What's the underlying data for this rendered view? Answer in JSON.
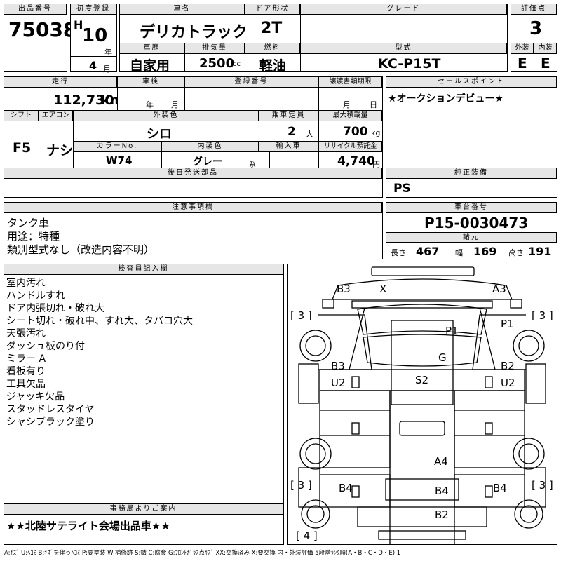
{
  "labels": {
    "lot_no": "出品番号",
    "first_reg": "初度登録",
    "car_name": "車名",
    "door_type": "ドア形状",
    "grade": "グレード",
    "score": "評価点",
    "history": "車歴",
    "displacement": "排気量",
    "fuel": "燃料",
    "model": "型式",
    "exterior": "外装",
    "interior": "内装",
    "mileage": "走行",
    "inspection": "車検",
    "reg_no": "登録番号",
    "transfer_deadline": "譲渡書類期限",
    "sales_point": "セールスポイント",
    "shift": "シフト",
    "aircon": "エアコン",
    "body_color": "外装色",
    "capacity": "乗車定員",
    "max_load": "最大積載量",
    "color_no": "カラーNo.",
    "int_color": "内装色",
    "import": "輸入車",
    "recycle": "リサイクル預託金",
    "later_parts": "後日発送部品",
    "genuine_equip": "純正装備",
    "notes": "注意事項欄",
    "chassis_no": "車台番号",
    "dimensions": "諸元",
    "inspector": "検査員記入欄",
    "office": "事務局よりご案内",
    "length": "長さ",
    "width": "幅",
    "height": "高さ"
  },
  "values": {
    "lot_no": "75038",
    "era": "H",
    "year": "10",
    "year_unit": "年",
    "month": "4",
    "month_unit": "月",
    "car_name": "デリカトラック",
    "door_type": "2T",
    "grade": "",
    "score": "3",
    "history": "自家用",
    "displacement": "2500",
    "displacement_unit": "cc",
    "fuel": "軽油",
    "model": "KC-P15T",
    "exterior": "E",
    "interior": "E",
    "mileage": "112,730",
    "mileage_unit": "km",
    "insp_year_unit": "年",
    "insp_month_unit": "月",
    "transfer_month_unit": "月",
    "transfer_day_unit": "日",
    "sales_point": "★オークションデビュー★",
    "shift": "F5",
    "aircon": "ナシ",
    "body_color": "シロ",
    "capacity": "2",
    "capacity_unit": "人",
    "max_load": "700",
    "max_load_unit": "kg",
    "color_no": "W74",
    "int_color": "グレー",
    "int_color_suffix": "系",
    "recycle": "4,740",
    "recycle_unit": "円",
    "genuine_equip": "PS",
    "notes": [
      "タンク車",
      "用途：特種",
      "類別型式なし（改造内容不明）"
    ],
    "chassis_no": "P15-0030473",
    "length": "467",
    "width": "169",
    "height": "191",
    "inspector": [
      "室内汚れ",
      "ハンドルすれ",
      "ドア内張切れ・破れ大",
      "シート切れ・破れ中、すれ大、タバコ穴大",
      "天張汚れ",
      "ダッシュ板のり付",
      "ミラー A",
      "看板有り",
      "工具欠品",
      "ジャッキ欠品",
      "スタッドレスタイヤ",
      "シャシブラック塗り"
    ],
    "office": "★★北陸サテライト会場出品車★★"
  },
  "diagram": {
    "B3_top": "B3",
    "X_top": "X",
    "A3_top": "A3",
    "P1_center": "P1",
    "P1_right": "P1",
    "G": "G",
    "B3_left": "B3",
    "U2_left": "U2",
    "S2": "S2",
    "B2_right": "B2",
    "U2_right": "U2",
    "A4": "A4",
    "B4_left": "B4",
    "B4_center": "B4",
    "B4_right": "B4",
    "B2_bottom": "B2",
    "tl": "[ 3 ]",
    "tr": "[ 3 ]",
    "bl": "[ 3 ]",
    "br": "[ 3 ]",
    "bottom": "[ 4 ]"
  },
  "legend": "A:ｷｽﾞ U:ﾍｺﾐ B:ｷｽﾞを伴うﾍｺﾐ P:要塗装 W:補修跡 S:錆 C:腐食 G:ﾌﾛﾝﾄｶﾞﾗｽ点ｷｽﾞ XX:交換済み X:要交換 内・外装評価 5段階ﾗﾝｸ順(A・B・C・D・E) 1"
}
